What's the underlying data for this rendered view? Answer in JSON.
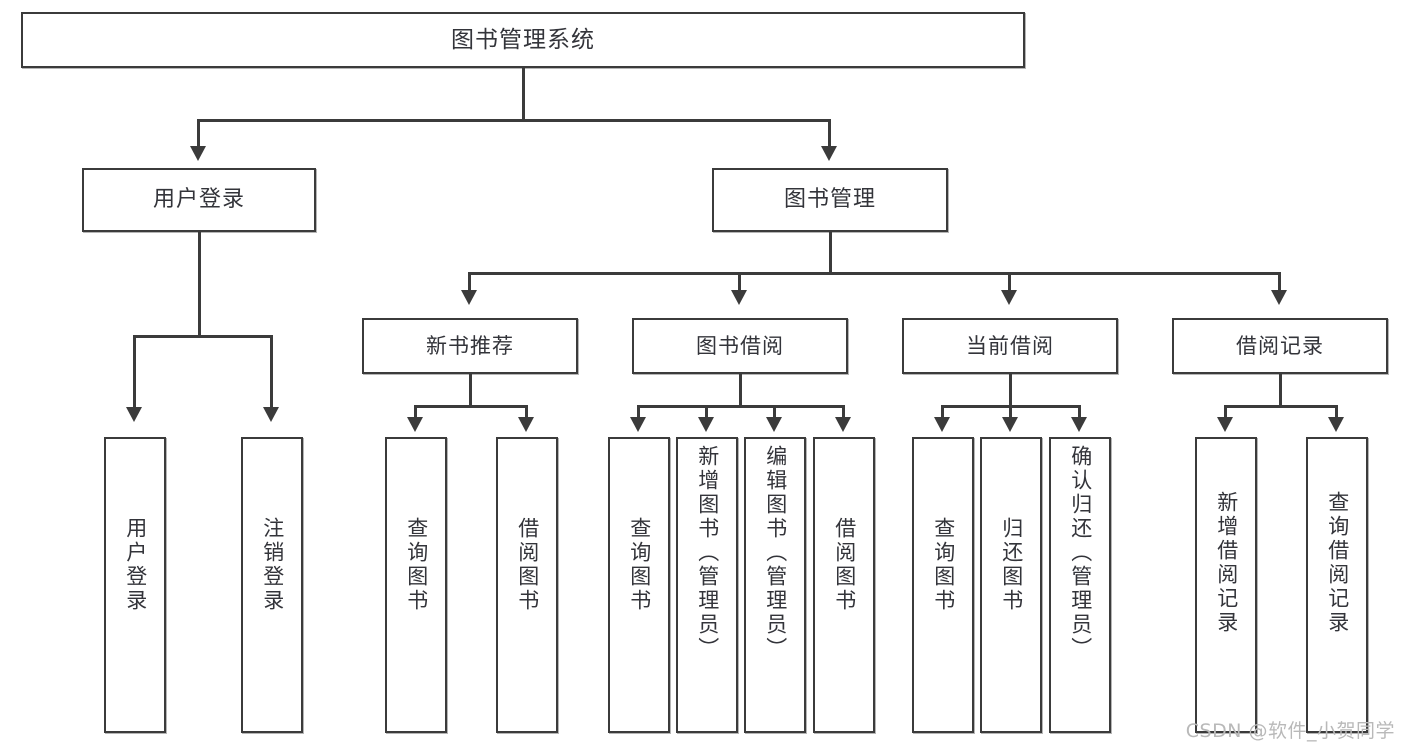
{
  "diagram": {
    "title": "图书管理系统",
    "watermark": "CSDN @软件_小贺同学",
    "root": {
      "label": "图书管理系统"
    },
    "level1": [
      {
        "id": "user-login",
        "label": "用户登录"
      },
      {
        "id": "book-management",
        "label": "图书管理"
      }
    ],
    "level2": [
      {
        "id": "new-book-recommend",
        "label": "新书推荐"
      },
      {
        "id": "book-borrow",
        "label": "图书借阅"
      },
      {
        "id": "current-borrow",
        "label": "当前借阅"
      },
      {
        "id": "borrow-record",
        "label": "借阅记录"
      }
    ],
    "leaves": {
      "user_login": [
        {
          "id": "leaf-user-login",
          "label": "用户登录"
        },
        {
          "id": "leaf-logout",
          "label": "注销登录"
        }
      ],
      "new_book_recommend": [
        {
          "id": "leaf-query-book-1",
          "label": "查询图书"
        },
        {
          "id": "leaf-borrow-book-1",
          "label": "借阅图书"
        }
      ],
      "book_borrow": [
        {
          "id": "leaf-query-book-2",
          "label": "查询图书"
        },
        {
          "id": "leaf-add-book",
          "label": "新增图书（管理员）"
        },
        {
          "id": "leaf-edit-book",
          "label": "编辑图书（管理员）"
        },
        {
          "id": "leaf-borrow-book-2",
          "label": "借阅图书"
        }
      ],
      "current_borrow": [
        {
          "id": "leaf-query-book-3",
          "label": "查询图书"
        },
        {
          "id": "leaf-return-book",
          "label": "归还图书"
        },
        {
          "id": "leaf-confirm-return",
          "label": "确认归还（管理员）"
        }
      ],
      "borrow_record": [
        {
          "id": "leaf-add-record",
          "label": "新增借阅记录"
        },
        {
          "id": "leaf-query-record",
          "label": "查询借阅记录"
        }
      ]
    },
    "colors": {
      "stroke": "#3b3b3b",
      "text": "#33343a",
      "background": "#ffffff",
      "watermark": "#b9b9b9"
    }
  }
}
